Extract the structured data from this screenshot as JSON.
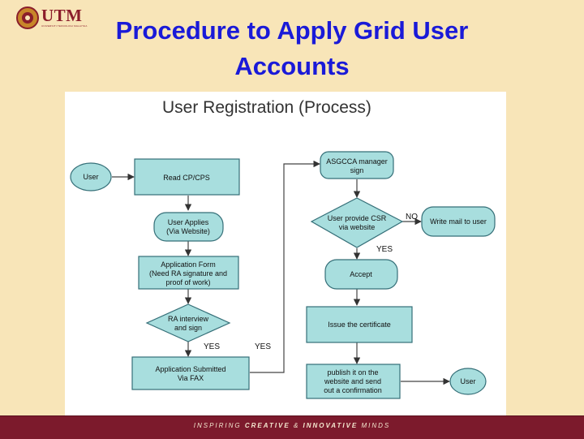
{
  "logo": {
    "text": "UTM",
    "subtext": "UNIVERSITI TEKNOLOGI MALAYSIA"
  },
  "title": {
    "line1": "Procedure to Apply Grid User",
    "line2": "Accounts"
  },
  "diagram": {
    "heading": "User Registration (Process)",
    "nodes": {
      "user_start": "User",
      "read_cp": "Read CP/CPS",
      "user_applies": [
        "User Applies",
        "(Via Website)"
      ],
      "application_form": [
        "Application Form",
        "(Need RA signature and",
        "proof of work)"
      ],
      "ra_interview": [
        "RA interview",
        "and sign"
      ],
      "application_submitted": [
        "Application Submitted",
        "Via FAX"
      ],
      "asgcca_manager": [
        "ASGCCA manager",
        "sign"
      ],
      "user_provide_csr": [
        "User provide CSR",
        "via website"
      ],
      "write_mail": "Write mail to user",
      "accept": "Accept",
      "issue_certificate": "Issue the certificate",
      "publish": [
        "publish it on the",
        "website and send",
        "out a confirmation"
      ],
      "user_end": "User"
    },
    "edge_labels": {
      "yes_ra": "YES",
      "yes_submit": "YES",
      "no_csr": "NO",
      "yes_csr": "YES"
    },
    "colors": {
      "node_fill": "#a8dede",
      "node_stroke": "#356f78",
      "edge": "#444444"
    }
  },
  "footer": {
    "prefix": "INSPIRING ",
    "creative": "CREATIVE",
    "amp": " & ",
    "innovative": "INNOVATIVE",
    "suffix": " MINDS"
  }
}
